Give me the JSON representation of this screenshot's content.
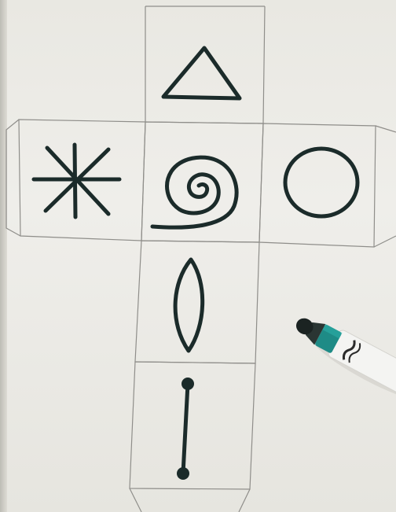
{
  "photo": {
    "subject": "die-net",
    "faces": [
      {
        "id": "top",
        "symbol": "triangle-icon"
      },
      {
        "id": "left",
        "symbol": "asterisk-icon"
      },
      {
        "id": "center",
        "symbol": "spiral-icon"
      },
      {
        "id": "right",
        "symbol": "circle-icon"
      },
      {
        "id": "lower",
        "symbol": "lens-icon"
      },
      {
        "id": "bottom",
        "symbol": "dumbbell-line-icon"
      }
    ],
    "colors": {
      "paper": "#efeeea",
      "pencil": "#8f8e8a",
      "marker_ink": "#1b2b2a",
      "marker_body": "#f4f4f2",
      "marker_band": "#1e8b86"
    }
  }
}
